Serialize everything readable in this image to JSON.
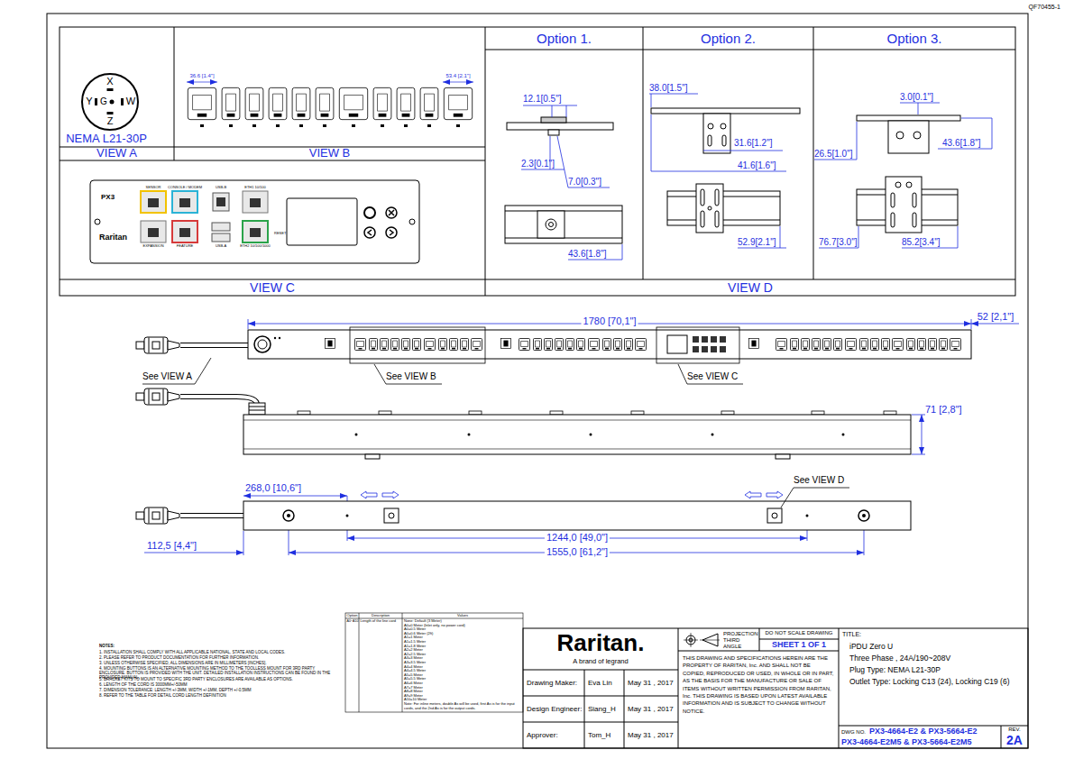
{
  "diagram": {
    "nodes": [
      {
        "text": [
          "VIEW A"
        ]
      },
      {
        "text": [
          "VIEW B"
        ]
      },
      {
        "text": [
          "VIEW C"
        ]
      },
      {
        "text": [
          "Option 1."
        ]
      },
      {
        "text": [
          "Option 2."
        ]
      },
      {
        "text": [
          "Option 3."
        ]
      },
      {
        "text": [
          "VIEW D"
        ]
      },
      {
        "text": [
          "Raritan.",
          "A brand of legrand"
        ]
      },
      {
        "text": [
          "Drawing Maker:",
          "Eva Lin",
          "May 31 , 2017"
        ]
      },
      {
        "text": [
          "Design Engineer:",
          "Siang_H",
          "May 31 , 2017"
        ]
      },
      {
        "text": [
          "Approver:",
          "Tom_H",
          "May 31 , 2017"
        ]
      },
      {
        "text": [
          "PROJECTION THIRD ANGLE"
        ]
      },
      {
        "text": [
          "DO NOT SCALE DRAWING"
        ]
      },
      {
        "text": [
          "SHEET 1 OF 1"
        ]
      },
      {
        "text": [
          "THIS DRAWING AND SPECIFICATIONS HEREIN ARE THE PROPERTY OF RARITAN, Inc. AND SHALL NOT BE COPIED, REPRODUCED OR USED, IN WHOLE OR IN PART, AS THE BASIS FOR THE MANUFACTURE OR SALE OF ITEMS WITHOUT WRITTEN PERMISSION FROM RARITAN, Inc. THIS DRAWING IS BASED UPON LATEST AVAILABLE INFORMATION AND IS SUBJECT TO CHANGE WITHOUT NOTICE."
        ]
      },
      {
        "text": [
          "TITLE:",
          "iPDU Zero U",
          "Three Phase , 24A/190~208V",
          "Plug Type: NEMA L21-30P",
          "Outlet Type: Locking C13 (24), Locking C19 (6)"
        ]
      },
      {
        "text": [
          "DWG NO.",
          "PX3-4664-E2 & PX3-5664-E2",
          "PX3-4664-E2M5 & PX3-5664-E2M5"
        ]
      },
      {
        "text": [
          "REV.",
          "2A"
        ]
      }
    ],
    "labels": [
      "QF70455-1",
      "X",
      "Y",
      "G",
      "W",
      "Z",
      "NEMA L21-30P",
      "36.6 [1.4\"]",
      "53.4 [2.1\"]",
      "PX3",
      "SENSOR",
      "CONSOLE / MODEM",
      "USB-B",
      "ETH1 10/100",
      "EXPANSION",
      "FEATURE",
      "USB-A",
      "ETH2 10/100/1000",
      "RESET",
      "Raritan",
      "12.1[0.5\"]",
      "2.3[0.1\"]",
      "7.0[0.3\"]",
      "43.6[1.8\"]",
      "38.0[1.5\"]",
      "31.6[1.2\"]",
      "41.6[1.6\"]",
      "52.9[2.1\"]",
      "3.0[0.1\"]",
      "43.6[1.8\"]",
      "26.5[1.0\"]",
      "76.7[3.0\"]",
      "85.2[3.4\"]",
      "1780 [70,1\"]",
      "52 [2,1\"]",
      "See VIEW A",
      "See VIEW B",
      "See VIEW C",
      "71 [2,8\"]",
      "268,0 [10,6\"]",
      "See VIEW D",
      "1244,0 [49,0\"]",
      "112,5 [4,4\"]",
      "1555,0 [61,2\"]",
      "NOTES:",
      "1. INSTALLATION SHALL COMPLY WITH ALL APPLICABLE NATIONAL, STATE AND LOCAL CODES.",
      "2. PLEASE REFER TO PRODUCT DOCUMENTATION FOR FURTHER INFORMATION.",
      "3. UNLESS OTHERWISE SPECIFIED, ALL DIMENSIONS ARE IN MILLIMETERS [INCHES].",
      "4. MOUNTING BUTTONS IS AN ALTERNATIVE MOUNTING METHOD TO THE TOOLLESS MOUNT FOR 3RD PARTY ENCLOSURE. BUTTON IS PROVIDED WITH THE UNIT. DETAILED INSTALLATION INSTRUCTIONS CAN BE FOUND IN THE PROVIDED MANUAL.",
      "5. BRACKET KITS TO MOUNT TO SPECIFIC 3RD PARTY ENCLOSURES ARE AVAILABLE AS OPTIONS.",
      "6. LENGTH OF THE CORD IS 3000MM+/-50MM",
      "7. DIMENSION TOLERANCE: LENGTH +/-3MM, WIDTH +/-1MM, DEPTH +/-0.5MM",
      "8. REFER TO THE TABLE FOR DETAIL CORD LENGTH DEFINITION",
      "Option",
      "Description",
      "Values",
      "A0~A10",
      "Length of the line cord",
      "None: Default (3 Meter)",
      "A0=0 Meter (Inlet only, no power cord)",
      "A0=0.5 Meter",
      "A0=0.6 Meter (2ft)",
      "A1=1 Meter",
      "A1=1.5 Meter",
      "A1=1.8 Meter",
      "A2=2 Meter",
      "A2=2.5 Meter",
      "A3=3 Meter",
      "A3=3.5 Meter",
      "A4=4 Meter",
      "A4=4.5 Meter",
      "A5=5 Meter",
      "A5=5.5 Meter",
      "A6=6 Meter",
      "A7=7 Meter",
      "A8=8 Meter",
      "A9=9 Meter",
      "A10=10 Meter",
      "Note: For inline meters, double As will be used, first As is for the input cords, and the 2nd As is for the output cords."
    ]
  }
}
